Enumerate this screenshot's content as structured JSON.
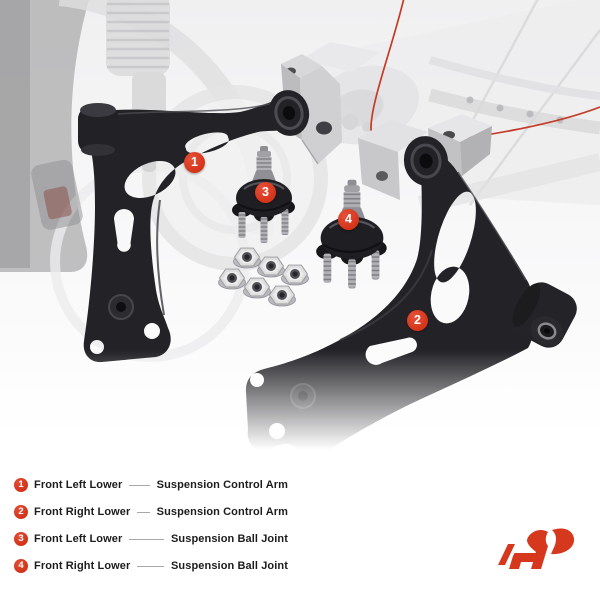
{
  "theme": {
    "badge_color": "#d53418",
    "logo_color": "#d6381e",
    "legend_text_color": "#1c1c1c",
    "leader_line_color": "#a8a8a8",
    "background_color": "#ffffff",
    "accent_line_color": "#c43b26"
  },
  "photo": {
    "callouts": [
      {
        "number": "1",
        "part_name": "front-left-lower-control-arm"
      },
      {
        "number": "2",
        "part_name": "front-right-lower-control-arm"
      },
      {
        "number": "3",
        "part_name": "front-left-lower-ball-joint"
      },
      {
        "number": "4",
        "part_name": "front-right-lower-ball-joint"
      }
    ],
    "other_objects": [
      "flange-nuts",
      "bushing-bracket-left",
      "bushing-bracket-right",
      "faded-suspension-background"
    ]
  },
  "legend": {
    "items": [
      {
        "number": "1",
        "position": "Front Left Lower",
        "part": "Suspension Control Arm"
      },
      {
        "number": "2",
        "position": "Front Right Lower",
        "part": "Suspension Control Arm"
      },
      {
        "number": "3",
        "position": "Front Left Lower",
        "part": "Suspension Ball Joint"
      },
      {
        "number": "4",
        "position": "Front Right Lower",
        "part": "Suspension Ball Joint"
      }
    ]
  },
  "brand": {
    "logo_icon": "a-premium-logo"
  }
}
